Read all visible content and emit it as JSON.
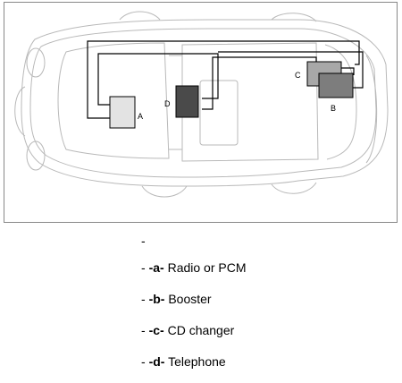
{
  "diagram": {
    "component_labels": [
      {
        "id": "a",
        "text": "A"
      },
      {
        "id": "b",
        "text": "B"
      },
      {
        "id": "c",
        "text": "C"
      },
      {
        "id": "d",
        "text": "D"
      }
    ],
    "colors": {
      "radio": "#e3e3e3",
      "booster": "#7d7d7d",
      "cd_changer": "#a8a8a8",
      "telephone": "#4a4a4a",
      "outline": "#b9b9b9",
      "wiring": "#000000"
    }
  },
  "legend": {
    "lead": "-",
    "items": [
      {
        "prefix": "- ",
        "letter": "-a-",
        "text": " Radio or PCM"
      },
      {
        "prefix": "- ",
        "letter": "-b-",
        "text": " Booster"
      },
      {
        "prefix": "- ",
        "letter": "-c-",
        "text": " CD changer"
      },
      {
        "prefix": "- ",
        "letter": "-d-",
        "text": " Telephone"
      }
    ]
  }
}
